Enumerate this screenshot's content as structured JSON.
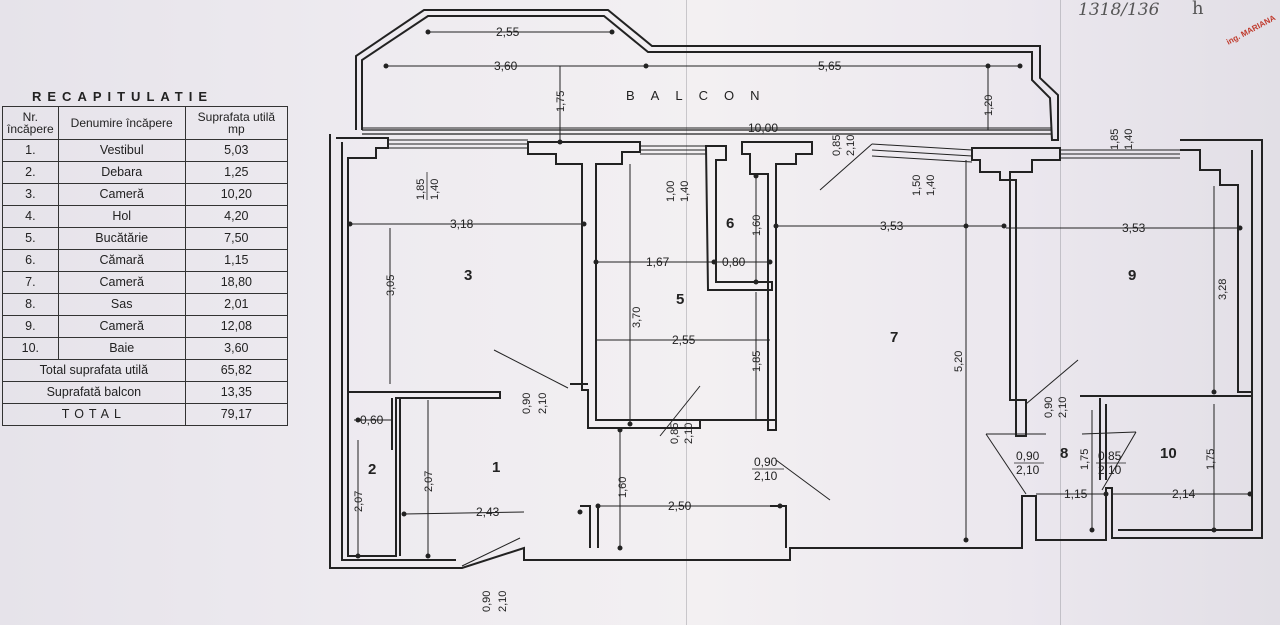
{
  "recap": {
    "title": "RECAPITULATIE",
    "headers": [
      "Nr. încăpere",
      "Denumire încăpere",
      "Suprafata utilă mp"
    ],
    "rows": [
      {
        "nr": "1.",
        "name": "Vestibul",
        "area": "5,03"
      },
      {
        "nr": "2.",
        "name": "Debara",
        "area": "1,25"
      },
      {
        "nr": "3.",
        "name": "Cameră",
        "area": "10,20"
      },
      {
        "nr": "4.",
        "name": "Hol",
        "area": "4,20"
      },
      {
        "nr": "5.",
        "name": "Bucătărie",
        "area": "7,50"
      },
      {
        "nr": "6.",
        "name": "Cămară",
        "area": "1,15"
      },
      {
        "nr": "7.",
        "name": "Cameră",
        "area": "18,80"
      },
      {
        "nr": "8.",
        "name": "Sas",
        "area": "2,01"
      },
      {
        "nr": "9.",
        "name": "Cameră",
        "area": "12,08"
      },
      {
        "nr": "10.",
        "name": "Baie",
        "area": "3,60"
      }
    ],
    "total_util_label": "Total suprafata utilă",
    "total_util_value": "65,82",
    "balcon_label": "Suprafată balcon",
    "balcon_value": "13,35",
    "total_label": "TOTAL",
    "total_value": "79,17"
  },
  "handwriting": {
    "reference": "1318/136",
    "initials": "h"
  },
  "plan": {
    "balcon_label": "BALCON",
    "rooms": {
      "r1": "1",
      "r2": "2",
      "r3": "3",
      "r5": "5",
      "r6": "6",
      "r7": "7",
      "r8": "8",
      "r9": "9",
      "r10": "10"
    },
    "dims": {
      "d_255": "2,55",
      "d_360": "3,60",
      "d_565": "5,65",
      "d_1000": "10,00",
      "d_175_balc": "1,75",
      "d_120": "1,20",
      "d_318": "3,18",
      "d_305": "3,05",
      "d_167": "1,67",
      "d_080": "0,80",
      "d_370": "3,70",
      "d_255k": "2,55",
      "d_160a": "1,60",
      "d_185": "1,85",
      "d_353a": "3,53",
      "d_353b": "3,53",
      "d_520": "5,20",
      "d_328": "3,28",
      "d_060": "0,60",
      "d_207a": "2,07",
      "d_207b": "2,07",
      "d_243": "2,43",
      "d_160b": "1,60",
      "d_250": "2,50",
      "d_115": "1,15",
      "d_214": "2,14",
      "d_175a": "1,75",
      "d_175b": "1,75"
    },
    "windows": {
      "w3_top": "1,85",
      "w3_bot": "1,40",
      "w5_top": "1,00",
      "w5_bot": "1,40",
      "w6_top": "0,85",
      "w6_bot": "2,10",
      "w7_top": "1,50",
      "w7_bot": "1,40",
      "w9_top": "1,85",
      "w9_bot": "1,40"
    },
    "doors": {
      "d3_top": "0,90",
      "d3_bot": "2,10",
      "d5_top": "0,85",
      "d5_bot": "2,10",
      "d7_top": "0,90",
      "d7_bot": "2,10",
      "d8a_top": "0,90",
      "d8a_bot": "2,10",
      "d8b_top": "0,85",
      "d8b_bot": "2,10",
      "d9_top": "0,90",
      "d9_bot": "2,10",
      "dentr_top": "0,90",
      "dentr_bot": "2,10"
    }
  }
}
